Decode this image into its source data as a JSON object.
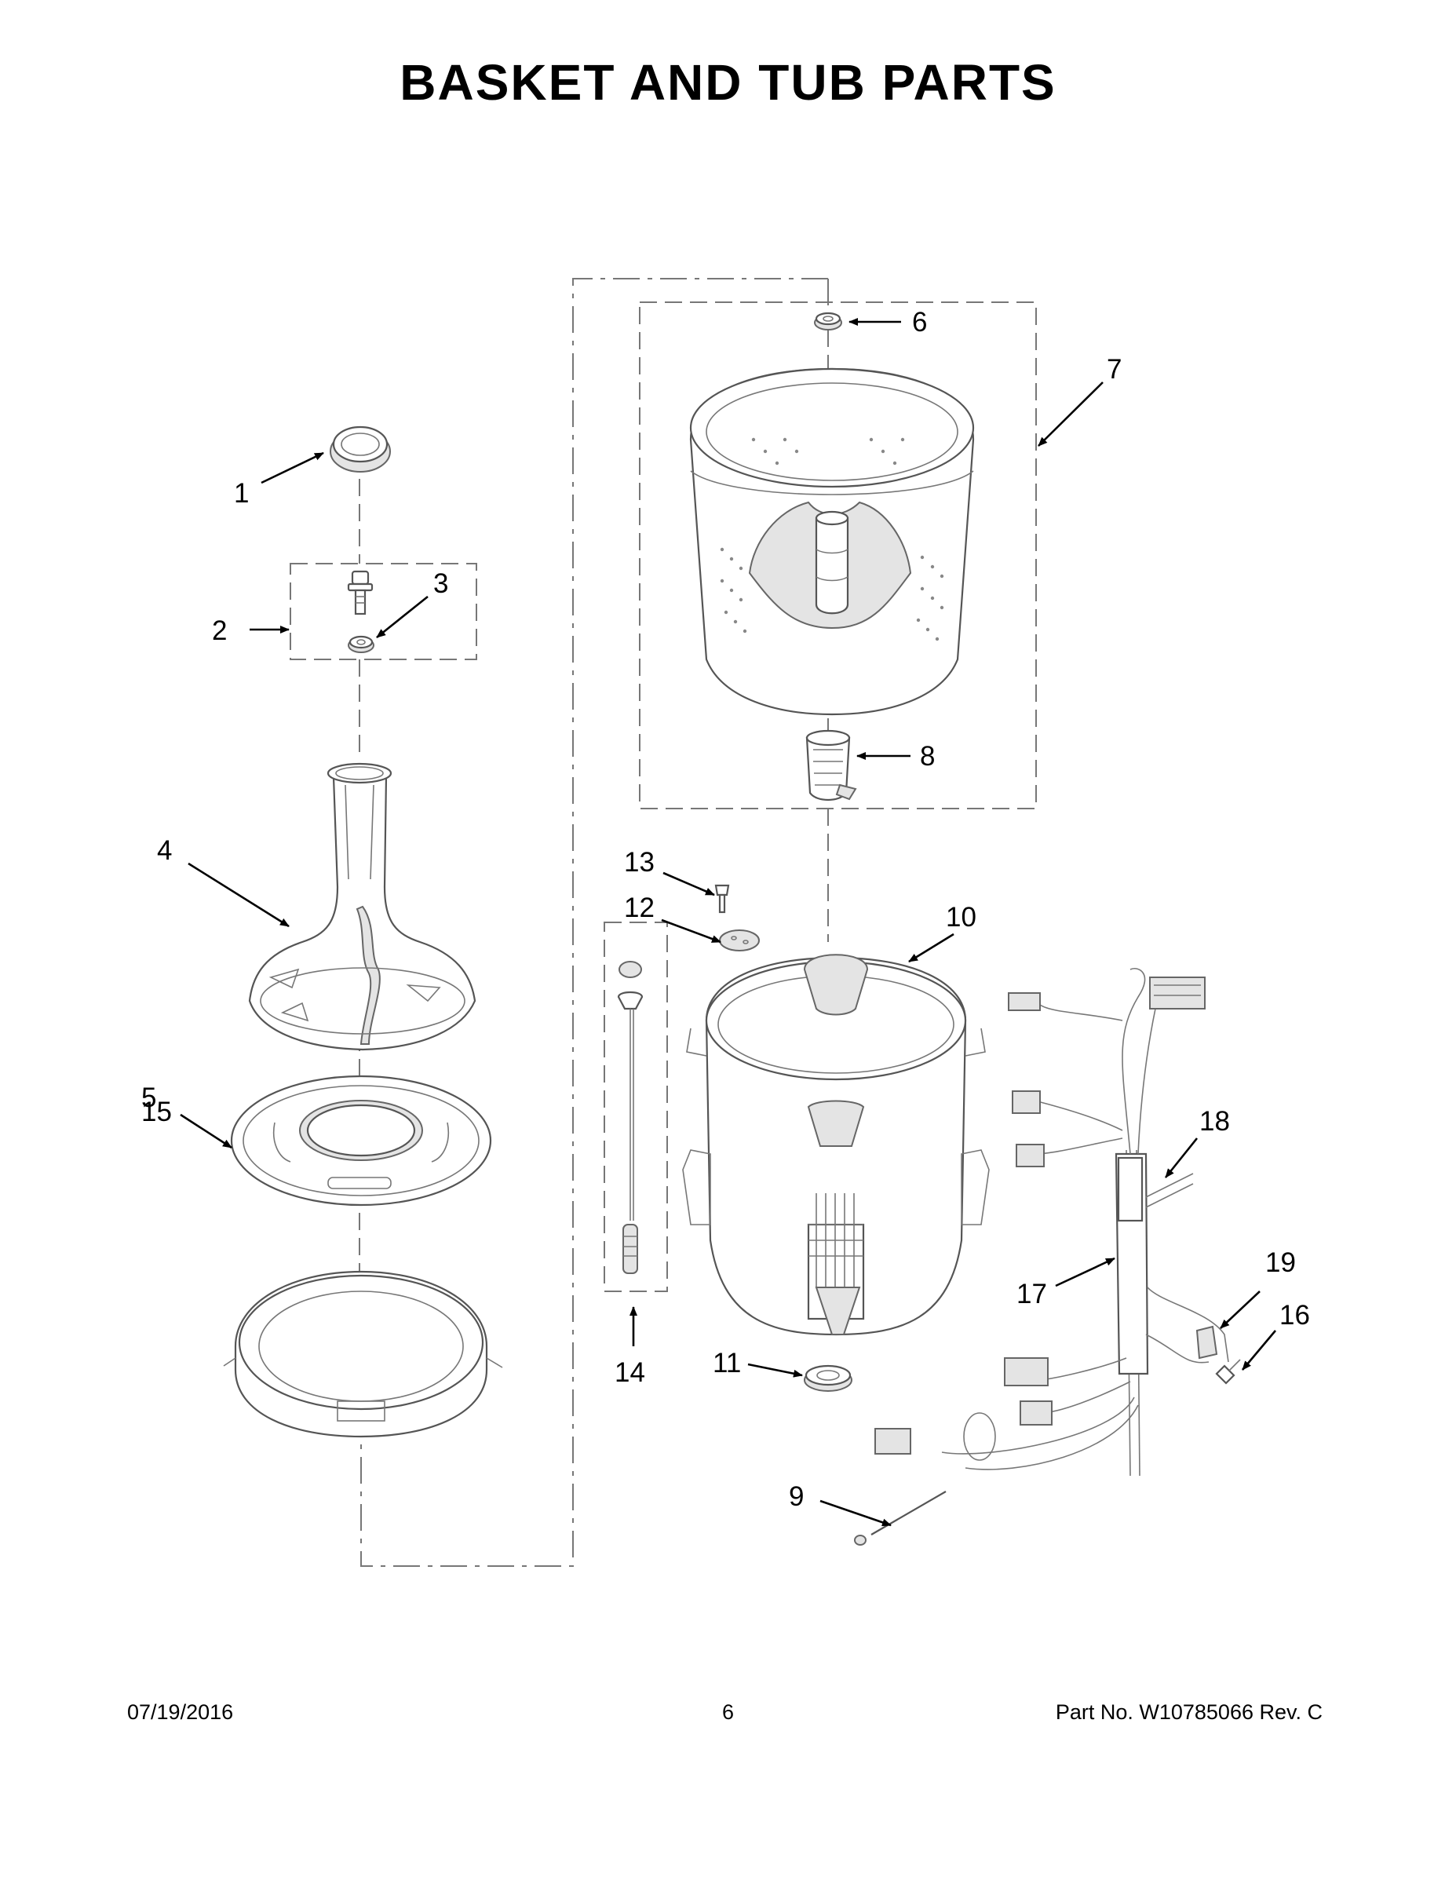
{
  "title": "BASKET AND TUB PARTS",
  "footer": {
    "date": "07/19/2016",
    "page": "6",
    "part_no": "Part No.  W10785066  Rev.  C"
  },
  "callouts": {
    "c1": "1",
    "c2": "2",
    "c3": "3",
    "c4": "4",
    "c5": "5",
    "c6": "6",
    "c7": "7",
    "c8": "8",
    "c9": "9",
    "c10": "10",
    "c11": "11",
    "c12": "12",
    "c13": "13",
    "c14": "14",
    "c15": "15",
    "c16": "16",
    "c17": "17",
    "c18": "18",
    "c19": "19"
  },
  "colors": {
    "line": "#555555",
    "dash": "#777777",
    "shade": "#e4e4e4"
  }
}
